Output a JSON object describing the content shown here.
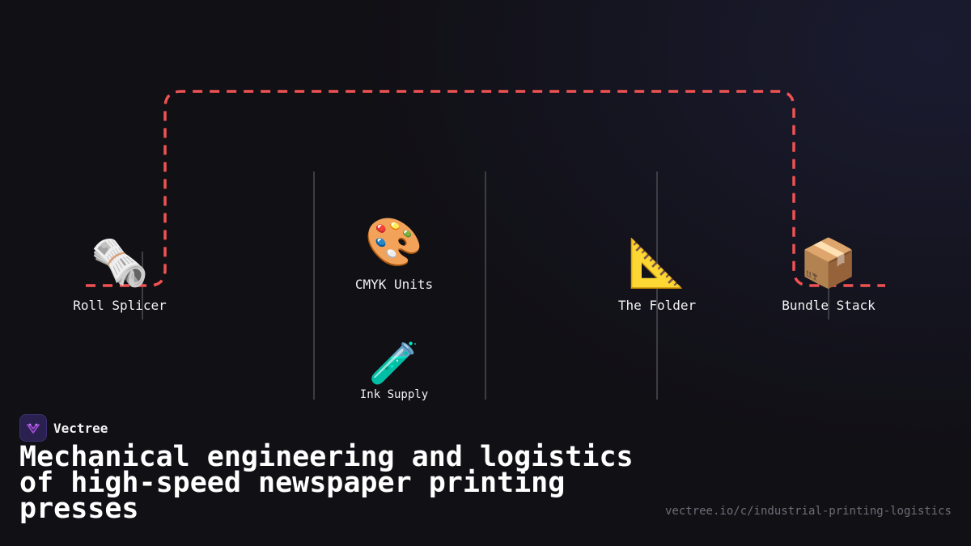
{
  "brand": {
    "name": "Vectree"
  },
  "title": "Mechanical engineering and logistics of high-speed newspaper printing presses",
  "url": "vectree.io/c/industrial-printing-logistics",
  "colors": {
    "route": "#f05252",
    "background": "#111015",
    "divider": "#3d3d44",
    "logo": "#a24bd6"
  },
  "nodes": [
    {
      "id": "roll-splicer",
      "icon": "newspaper-icon",
      "emoji": "🗞️",
      "label": "Roll Splicer"
    },
    {
      "id": "cmyk-units",
      "icon": "palette-icon",
      "emoji": "🎨",
      "label": "CMYK Units"
    },
    {
      "id": "ink-supply",
      "icon": "test-tube-icon",
      "emoji": "🧪",
      "label": "Ink Supply"
    },
    {
      "id": "the-folder",
      "icon": "triangular-ruler-icon",
      "emoji": "📐",
      "label": "The Folder"
    },
    {
      "id": "bundle-stack",
      "icon": "package-icon",
      "emoji": "📦",
      "label": "Bundle Stack"
    }
  ]
}
